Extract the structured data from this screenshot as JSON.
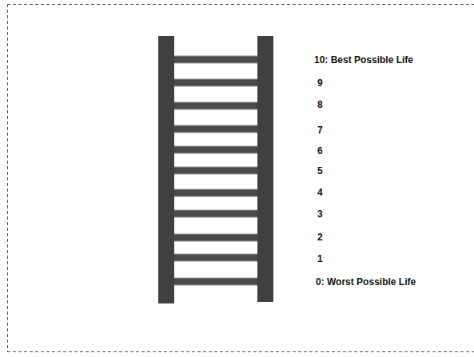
{
  "diagram": {
    "labels": [
      "10: Best Possible Life",
      "9",
      "8",
      "7",
      "6",
      "5",
      "4",
      "3",
      "2",
      "1",
      "0: Worst Possible Life"
    ]
  }
}
